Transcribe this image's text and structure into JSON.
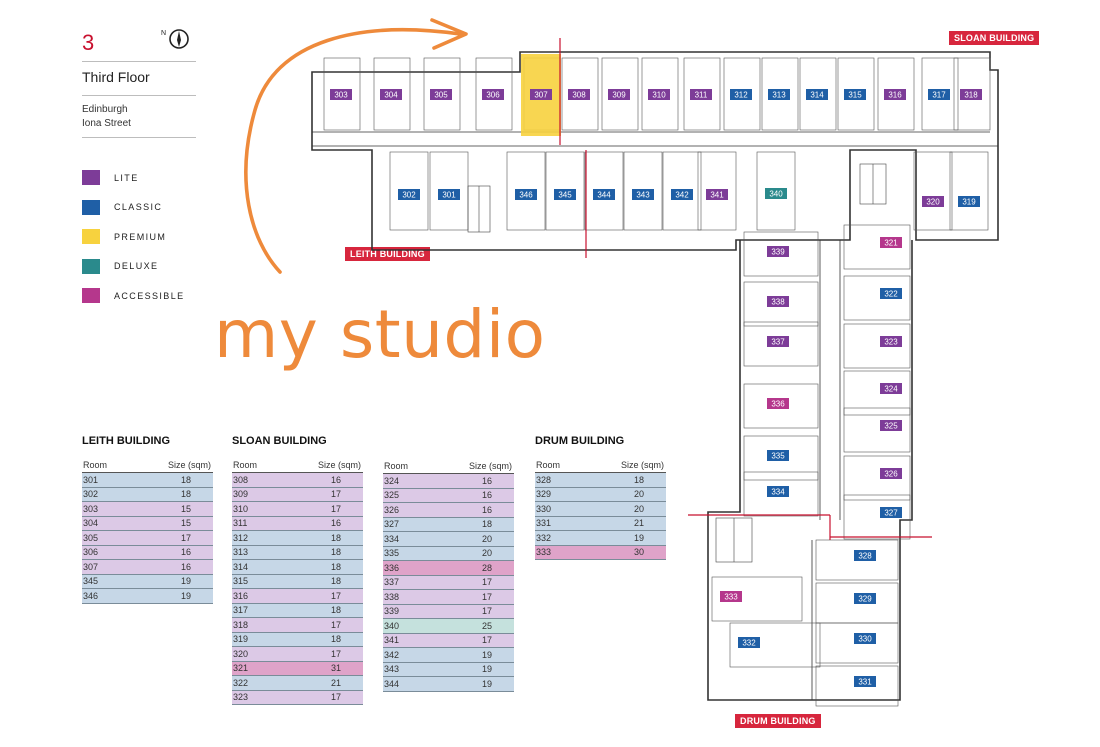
{
  "header": {
    "floor_number": "3",
    "compass_letter": "N",
    "floor_name": "Third Floor",
    "address_line1": "Edinburgh",
    "address_line2": "Iona Street"
  },
  "legend": [
    {
      "label": "LITE",
      "color": "#7d3c98"
    },
    {
      "label": "CLASSIC",
      "color": "#1f5fa6"
    },
    {
      "label": "PREMIUM",
      "color": "#f7d23e"
    },
    {
      "label": "DELUXE",
      "color": "#2a8a8c"
    },
    {
      "label": "ACCESSIBLE",
      "color": "#b5378c"
    }
  ],
  "building_labels": {
    "sloan": "SLOAN BUILDING",
    "leith": "LEITH BUILDING",
    "drum": "DRUM BUILDING"
  },
  "annotation": {
    "text": "my studio",
    "color": "#ee8a3b",
    "highlight_color": "#f7d23e"
  },
  "tables": {
    "leith": {
      "title": "LEITH BUILDING",
      "col_room": "Room",
      "col_size": "Size (sqm)",
      "rows": [
        {
          "room": "301",
          "size": "18",
          "tier": "classic"
        },
        {
          "room": "302",
          "size": "18",
          "tier": "classic"
        },
        {
          "room": "303",
          "size": "15",
          "tier": "lite"
        },
        {
          "room": "304",
          "size": "15",
          "tier": "lite"
        },
        {
          "room": "305",
          "size": "17",
          "tier": "lite"
        },
        {
          "room": "306",
          "size": "16",
          "tier": "lite"
        },
        {
          "room": "307",
          "size": "16",
          "tier": "lite"
        },
        {
          "room": "345",
          "size": "19",
          "tier": "classic"
        },
        {
          "room": "346",
          "size": "19",
          "tier": "classic"
        }
      ]
    },
    "sloan_a": {
      "title": "SLOAN BUILDING",
      "col_room": "Room",
      "col_size": "Size (sqm)",
      "rows": [
        {
          "room": "308",
          "size": "16",
          "tier": "lite"
        },
        {
          "room": "309",
          "size": "17",
          "tier": "lite"
        },
        {
          "room": "310",
          "size": "17",
          "tier": "lite"
        },
        {
          "room": "311",
          "size": "16",
          "tier": "lite"
        },
        {
          "room": "312",
          "size": "18",
          "tier": "classic"
        },
        {
          "room": "313",
          "size": "18",
          "tier": "classic"
        },
        {
          "room": "314",
          "size": "18",
          "tier": "classic"
        },
        {
          "room": "315",
          "size": "18",
          "tier": "classic"
        },
        {
          "room": "316",
          "size": "17",
          "tier": "lite"
        },
        {
          "room": "317",
          "size": "18",
          "tier": "classic"
        },
        {
          "room": "318",
          "size": "17",
          "tier": "lite"
        },
        {
          "room": "319",
          "size": "18",
          "tier": "classic"
        },
        {
          "room": "320",
          "size": "17",
          "tier": "lite"
        },
        {
          "room": "321",
          "size": "31",
          "tier": "accessible"
        },
        {
          "room": "322",
          "size": "21",
          "tier": "classic"
        },
        {
          "room": "323",
          "size": "17",
          "tier": "lite"
        }
      ]
    },
    "sloan_b": {
      "col_room": "Room",
      "col_size": "Size (sqm)",
      "rows": [
        {
          "room": "324",
          "size": "16",
          "tier": "lite"
        },
        {
          "room": "325",
          "size": "16",
          "tier": "lite"
        },
        {
          "room": "326",
          "size": "16",
          "tier": "lite"
        },
        {
          "room": "327",
          "size": "18",
          "tier": "classic"
        },
        {
          "room": "334",
          "size": "20",
          "tier": "classic"
        },
        {
          "room": "335",
          "size": "20",
          "tier": "classic"
        },
        {
          "room": "336",
          "size": "28",
          "tier": "accessible"
        },
        {
          "room": "337",
          "size": "17",
          "tier": "lite"
        },
        {
          "room": "338",
          "size": "17",
          "tier": "lite"
        },
        {
          "room": "339",
          "size": "17",
          "tier": "lite"
        },
        {
          "room": "340",
          "size": "25",
          "tier": "deluxe"
        },
        {
          "room": "341",
          "size": "17",
          "tier": "lite"
        },
        {
          "room": "342",
          "size": "19",
          "tier": "classic"
        },
        {
          "room": "343",
          "size": "19",
          "tier": "classic"
        },
        {
          "room": "344",
          "size": "19",
          "tier": "classic"
        }
      ]
    },
    "drum": {
      "title": "DRUM BUILDING",
      "col_room": "Room",
      "col_size": "Size (sqm)",
      "rows": [
        {
          "room": "328",
          "size": "18",
          "tier": "classic"
        },
        {
          "room": "329",
          "size": "20",
          "tier": "classic"
        },
        {
          "room": "330",
          "size": "20",
          "tier": "classic"
        },
        {
          "room": "331",
          "size": "21",
          "tier": "classic"
        },
        {
          "room": "332",
          "size": "19",
          "tier": "classic"
        },
        {
          "room": "333",
          "size": "30",
          "tier": "accessible"
        }
      ]
    }
  },
  "plan_rooms": {
    "top_row": [
      {
        "label": "303",
        "tier": "lite"
      },
      {
        "label": "304",
        "tier": "lite"
      },
      {
        "label": "305",
        "tier": "lite"
      },
      {
        "label": "306",
        "tier": "lite"
      },
      {
        "label": "307",
        "tier": "lite"
      },
      {
        "label": "308",
        "tier": "lite"
      },
      {
        "label": "309",
        "tier": "lite"
      },
      {
        "label": "310",
        "tier": "lite"
      },
      {
        "label": "311",
        "tier": "lite"
      },
      {
        "label": "312",
        "tier": "classic"
      },
      {
        "label": "313",
        "tier": "classic"
      },
      {
        "label": "314",
        "tier": "classic"
      },
      {
        "label": "315",
        "tier": "classic"
      },
      {
        "label": "316",
        "tier": "lite"
      },
      {
        "label": "317",
        "tier": "classic"
      },
      {
        "label": "318",
        "tier": "lite"
      }
    ],
    "second_row": [
      {
        "label": "302",
        "tier": "classic"
      },
      {
        "label": "301",
        "tier": "classic"
      },
      {
        "label": "346",
        "tier": "classic"
      },
      {
        "label": "345",
        "tier": "classic"
      },
      {
        "label": "344",
        "tier": "classic"
      },
      {
        "label": "343",
        "tier": "classic"
      },
      {
        "label": "342",
        "tier": "classic"
      },
      {
        "label": "341",
        "tier": "lite"
      },
      {
        "label": "340",
        "tier": "deluxe"
      },
      {
        "label": "320",
        "tier": "lite"
      },
      {
        "label": "319",
        "tier": "classic"
      }
    ],
    "vertical_left": [
      {
        "label": "339",
        "tier": "lite"
      },
      {
        "label": "338",
        "tier": "lite"
      },
      {
        "label": "337",
        "tier": "lite"
      },
      {
        "label": "336",
        "tier": "accessible"
      },
      {
        "label": "335",
        "tier": "classic"
      },
      {
        "label": "334",
        "tier": "classic"
      }
    ],
    "vertical_right": [
      {
        "label": "321",
        "tier": "accessible"
      },
      {
        "label": "322",
        "tier": "classic"
      },
      {
        "label": "323",
        "tier": "lite"
      },
      {
        "label": "324",
        "tier": "lite"
      },
      {
        "label": "325",
        "tier": "lite"
      },
      {
        "label": "326",
        "tier": "lite"
      },
      {
        "label": "327",
        "tier": "classic"
      }
    ],
    "drum_right": [
      {
        "label": "328",
        "tier": "classic"
      },
      {
        "label": "329",
        "tier": "classic"
      },
      {
        "label": "330",
        "tier": "classic"
      },
      {
        "label": "331",
        "tier": "classic"
      }
    ],
    "drum_left": [
      {
        "label": "333",
        "tier": "accessible"
      },
      {
        "label": "332",
        "tier": "classic"
      }
    ]
  }
}
